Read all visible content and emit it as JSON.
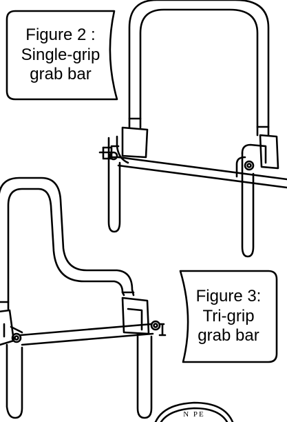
{
  "figures": {
    "single": {
      "caption_lines": [
        "Figure 2 :",
        "Single-grip",
        "grab bar"
      ]
    },
    "tri": {
      "caption_lines": [
        "Figure 3:",
        "Tri-grip",
        "grab bar"
      ]
    }
  },
  "stamp": {
    "text": "N PE"
  },
  "colors": {
    "line": "#000000",
    "background": "#ffffff"
  }
}
